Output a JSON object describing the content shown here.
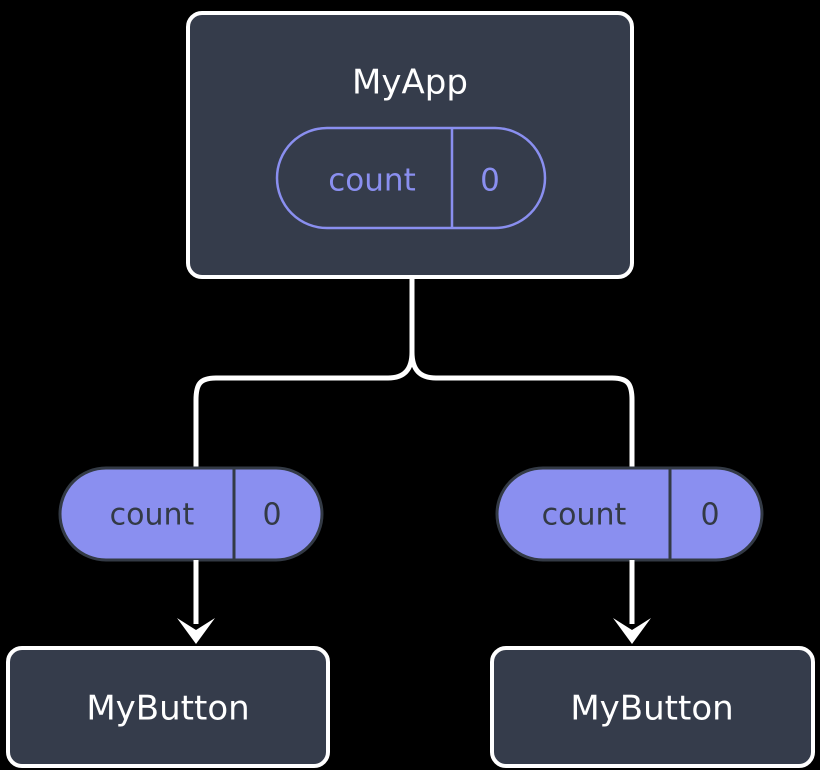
{
  "diagram": {
    "type": "component-state-tree",
    "background_color": "#000000",
    "colors": {
      "node_fill": "#353c4b",
      "node_stroke": "#ffffff",
      "state_accent": "#8a8ff0",
      "state_text_dark": "#333a45",
      "connector": "#ffffff"
    },
    "root": {
      "title": "MyApp",
      "state": {
        "key": "count",
        "value": "0"
      }
    },
    "branches": [
      {
        "side": "left",
        "state": {
          "key": "count",
          "value": "0"
        },
        "child": {
          "title": "MyButton"
        }
      },
      {
        "side": "right",
        "state": {
          "key": "count",
          "value": "0"
        },
        "child": {
          "title": "MyButton"
        }
      }
    ]
  }
}
